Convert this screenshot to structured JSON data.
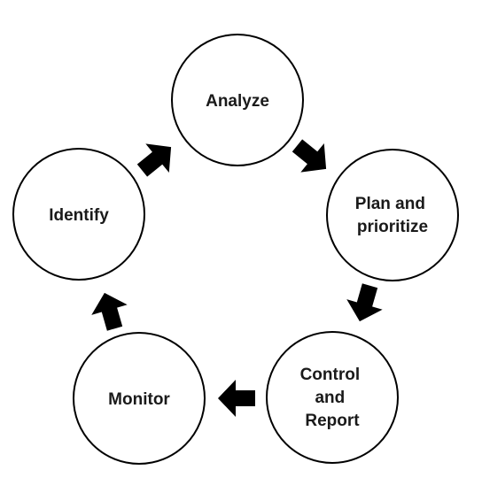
{
  "diagram": {
    "type": "cycle",
    "nodes": [
      {
        "id": "analyze",
        "lines": [
          "Analyze"
        ]
      },
      {
        "id": "plan-prioritize",
        "lines": [
          "Plan and",
          "prioritize"
        ]
      },
      {
        "id": "control-report",
        "lines": [
          "Control",
          "and",
          "Report"
        ]
      },
      {
        "id": "monitor",
        "lines": [
          "Monitor"
        ]
      },
      {
        "id": "identify",
        "lines": [
          "Identify"
        ]
      }
    ],
    "edges": [
      {
        "from": "analyze",
        "to": "plan-prioritize"
      },
      {
        "from": "plan-prioritize",
        "to": "control-report"
      },
      {
        "from": "control-report",
        "to": "monitor"
      },
      {
        "from": "monitor",
        "to": "identify"
      },
      {
        "from": "identify",
        "to": "analyze"
      }
    ],
    "colors": {
      "node_fill": "#ffffff",
      "node_stroke": "#000000",
      "arrow": "#000000",
      "text": "#1a1a1a"
    }
  }
}
